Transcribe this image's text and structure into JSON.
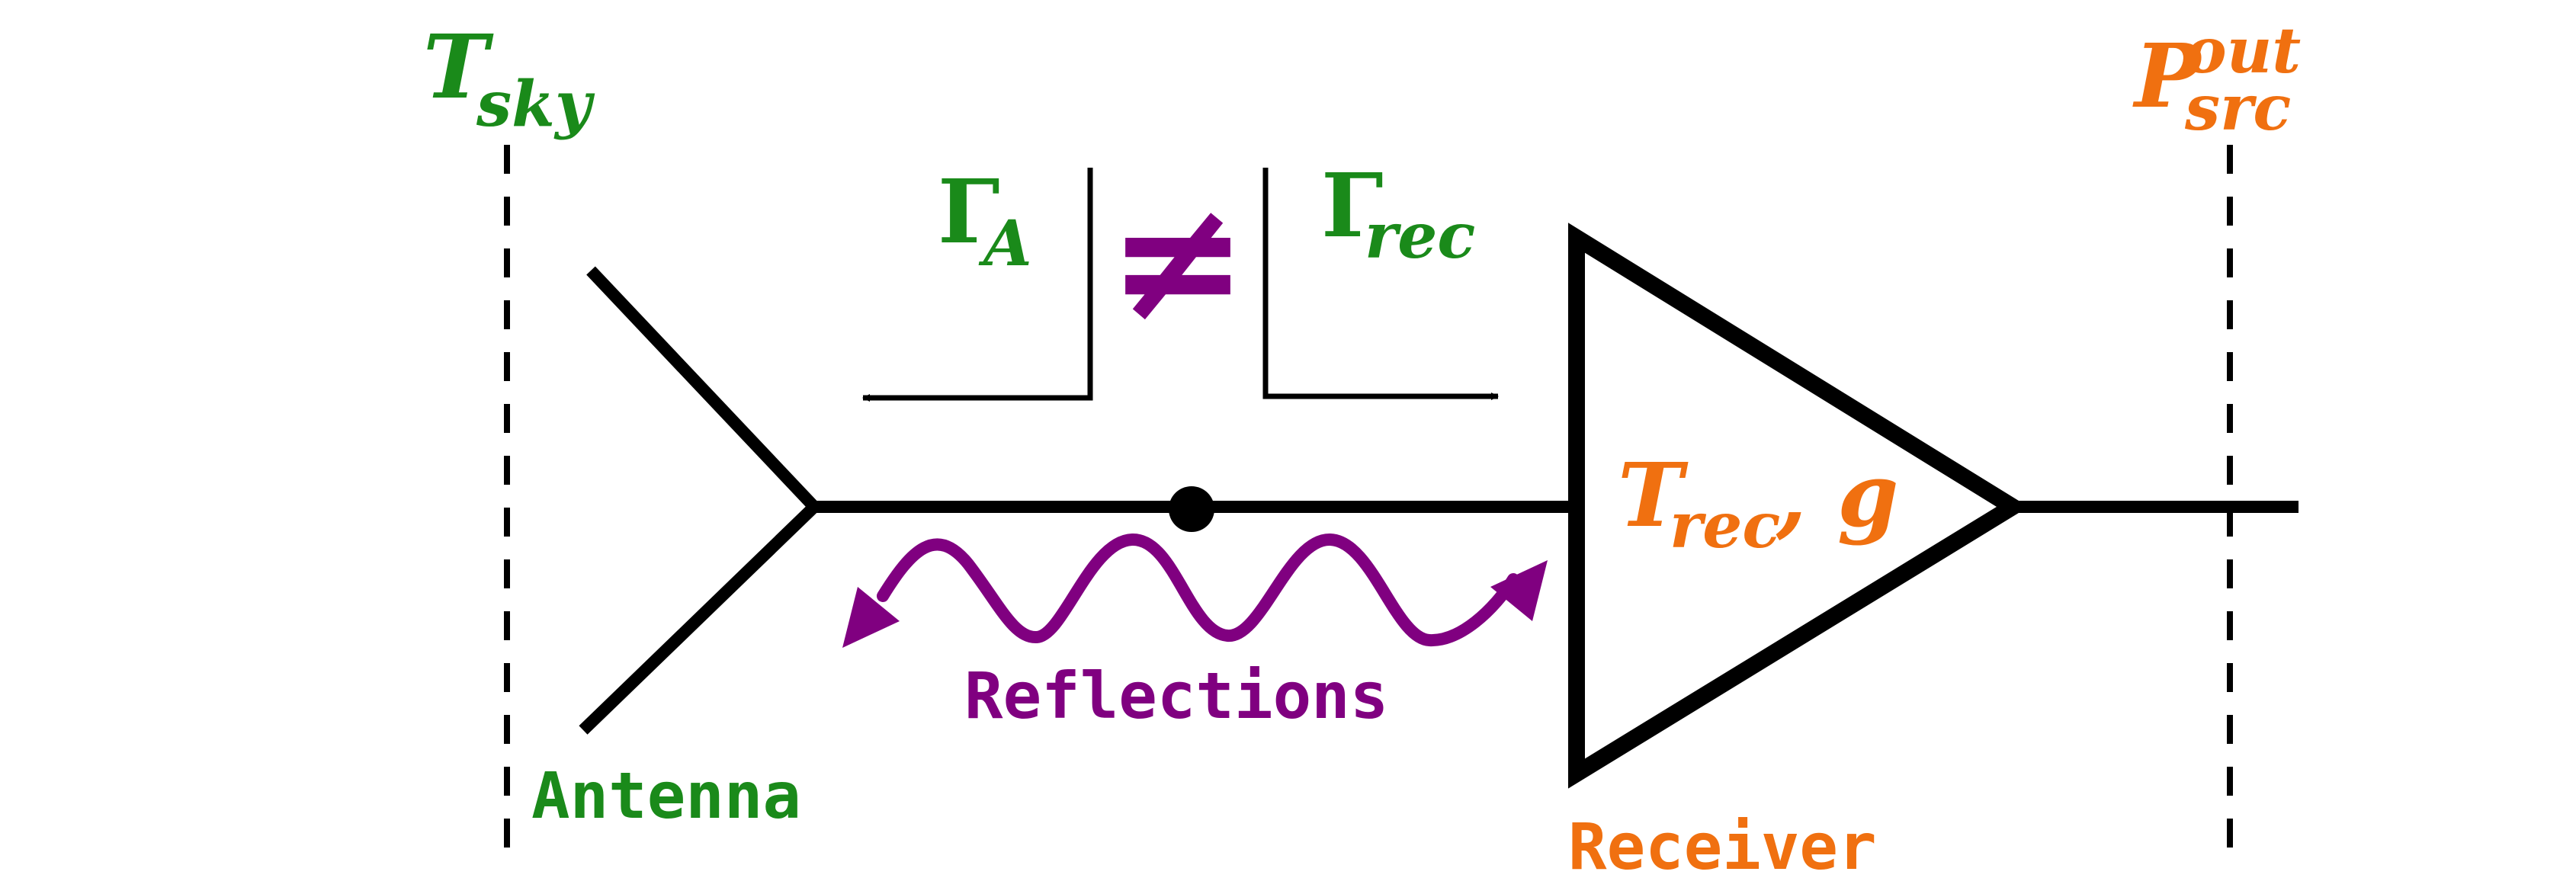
{
  "colors": {
    "green": "#1a8a1a",
    "orange": "#f07010",
    "purple": "#800080",
    "black": "#000000"
  },
  "labels": {
    "tsky_main": "T",
    "tsky_sub": "sky",
    "psrc_main": "P",
    "psrc_sub": "src",
    "psrc_sup": "out",
    "gamma_a_main": "Γ",
    "gamma_a_sub": "A",
    "gamma_rec_main": "Γ",
    "gamma_rec_sub": "rec",
    "not_equal": "≠",
    "trec_main": "T",
    "trec_sub": "rec",
    "trec_rest": ", g",
    "reflections": "Reflections",
    "antenna": "Antenna",
    "receiver": "Receiver"
  },
  "icons": {
    "antenna": "antenna-icon",
    "amplifier": "amplifier-triangle-icon",
    "junction": "junction-dot-icon",
    "reflection_wave": "wavy-double-arrow-icon"
  }
}
